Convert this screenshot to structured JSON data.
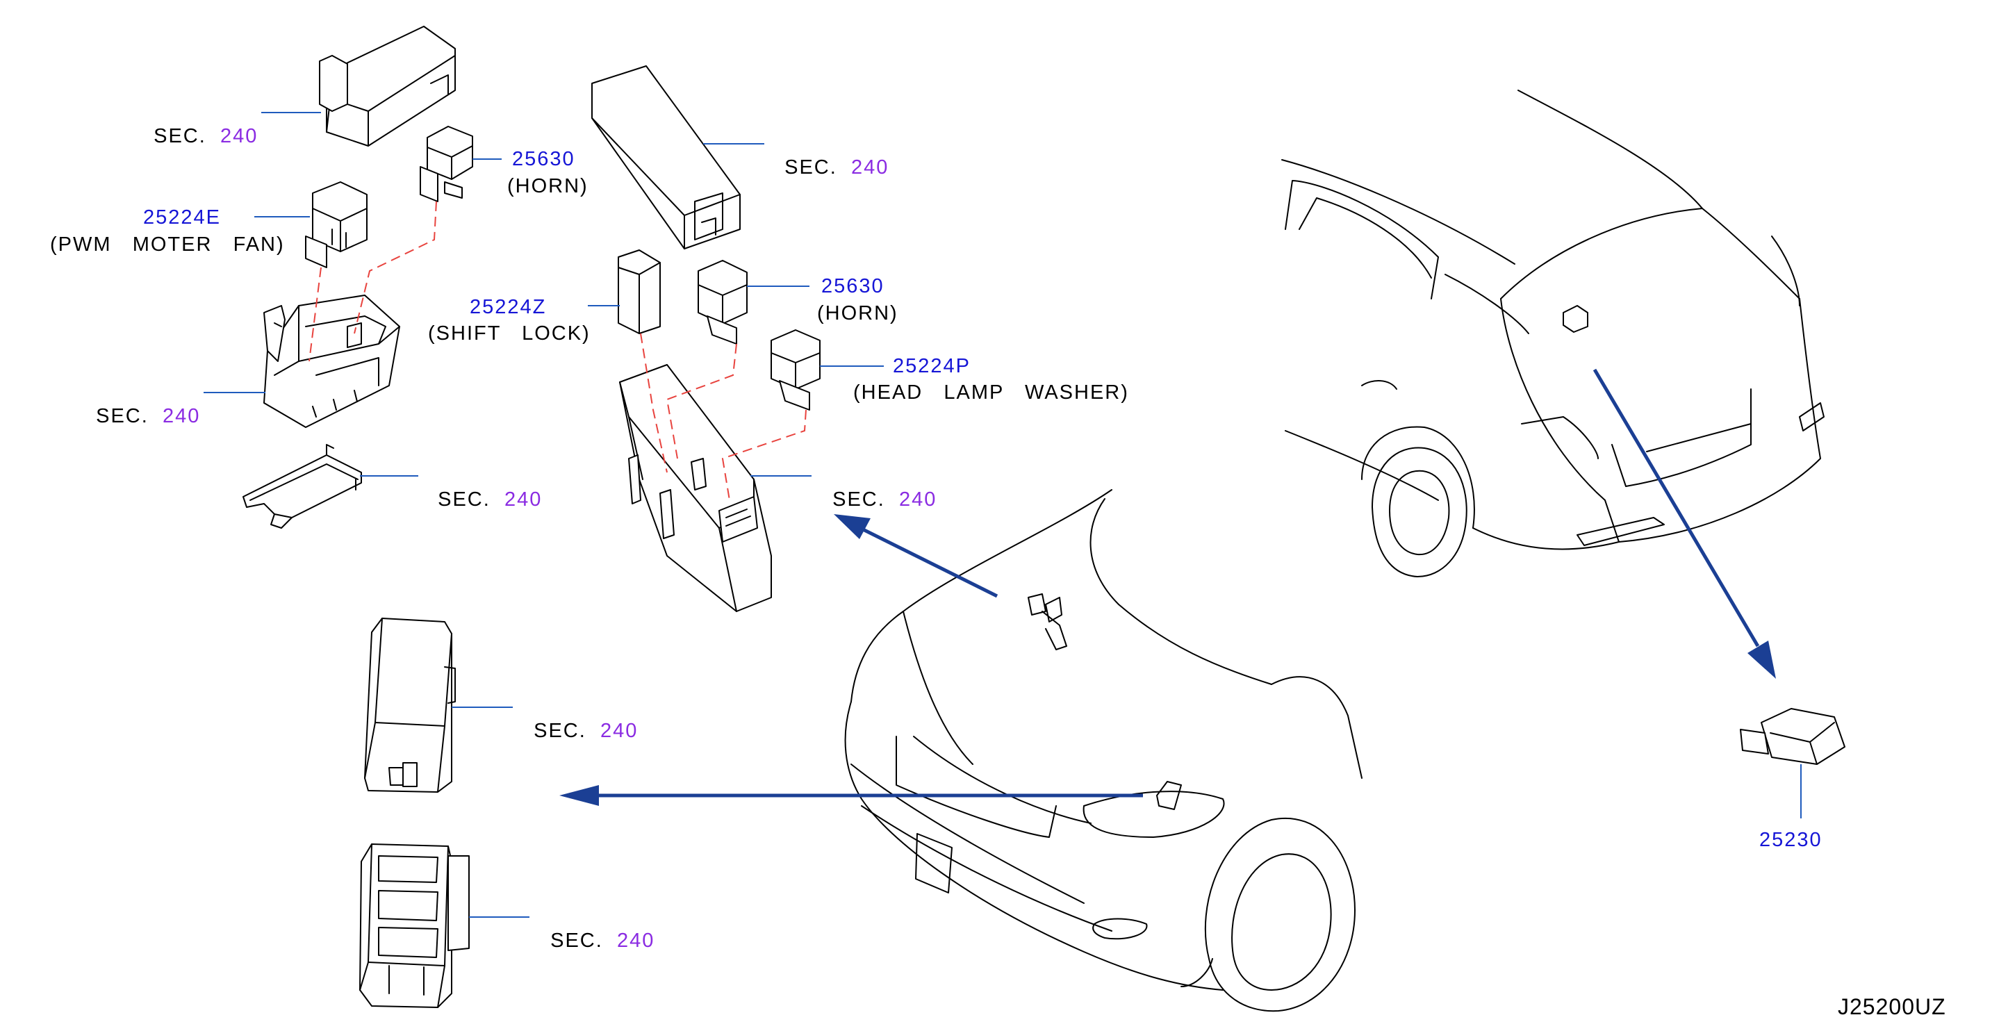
{
  "labels": {
    "sec_prefix": "SEC.",
    "sec_number": "240",
    "part_25630": "25630",
    "horn": "(HORN)",
    "part_25224E": "25224E",
    "pwm_moter_fan": "(PWM   MOTER   FAN)",
    "part_25224Z": "25224Z",
    "shift_lock": "(SHIFT   LOCK)",
    "part_25224P": "25224P",
    "head_lamp_washer": "(HEAD   LAMP   WASHER)",
    "part_25230": "25230",
    "diagram_code": "J25200UZ"
  },
  "colors": {
    "sec_text": "#000000",
    "sec_number": "#8a2be2",
    "part_number": "#1515d6",
    "leader_line": "#1f5bbd",
    "dashed_line": "#e8433e",
    "arrow": "#1b3f94"
  }
}
